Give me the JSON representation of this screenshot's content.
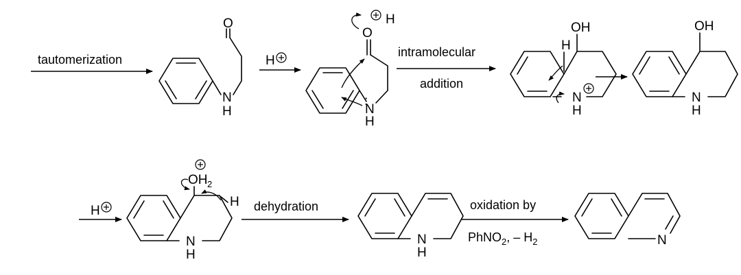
{
  "steps": {
    "tautomerization": "tautomerization",
    "protonation_1": "H",
    "intramolecular": "intramolecular",
    "addition": "addition",
    "protonation_2": "H",
    "dehydration": "dehydration",
    "oxidation_line1": "oxidation by",
    "oxidation_reagent": "PhNO",
    "oxidation_reagent_sub": "2",
    "oxidation_byproduct": ", – H",
    "oxidation_byproduct_sub": "2"
  },
  "atoms": {
    "oxygen": "O",
    "hydrogen": "H",
    "hydroxyl": "OH",
    "nitrogen": "N",
    "water_sub": "2",
    "lone_pair": ":",
    "plus": "+"
  }
}
